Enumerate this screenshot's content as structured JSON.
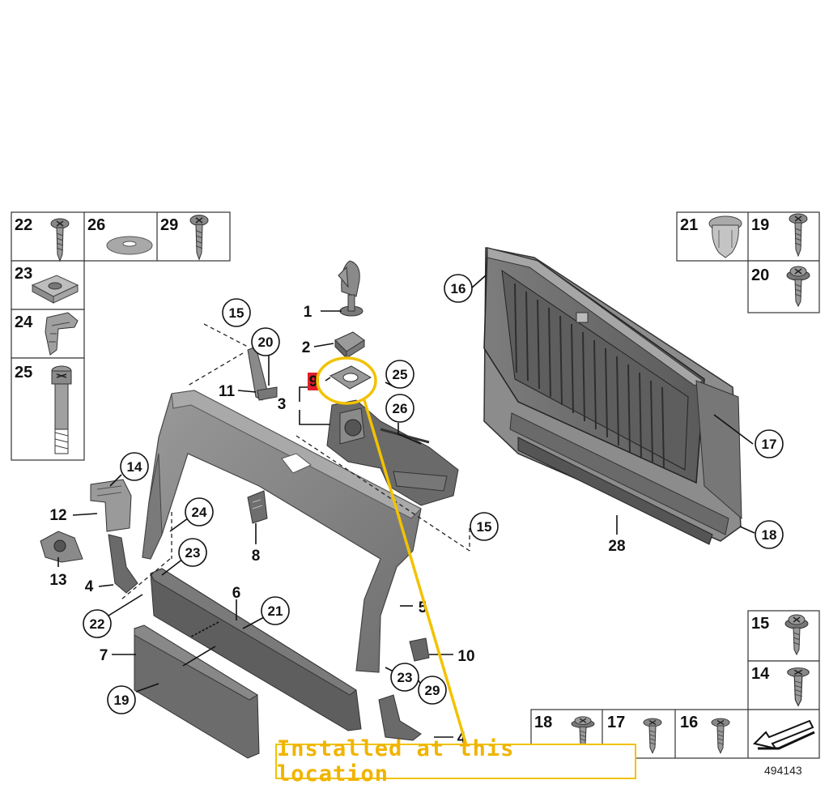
{
  "caption": "Installed at this location",
  "diagram_id": "494143",
  "highlight_color": "#f2c200",
  "marker_color": "#e0202a",
  "highlighted_part": "9",
  "fastener_tables": {
    "top_left": [
      {
        "num": "22",
        "icon": "screw-icon"
      },
      {
        "num": "26",
        "icon": "washer-icon"
      },
      {
        "num": "29",
        "icon": "screw-icon"
      },
      {
        "num": "23",
        "icon": "clip-nut-icon"
      },
      {
        "num": "24",
        "icon": "clip-icon"
      },
      {
        "num": "25",
        "icon": "bolt-icon"
      }
    ],
    "top_right": [
      {
        "num": "21",
        "icon": "expanding-rivet-icon"
      },
      {
        "num": "19",
        "icon": "screw-icon"
      },
      {
        "num": "20",
        "icon": "collar-screw-icon"
      }
    ],
    "bottom_right": [
      {
        "num": "15",
        "icon": "collar-screw-icon"
      },
      {
        "num": "14",
        "icon": "screw-icon"
      },
      {
        "num": "18",
        "icon": "collar-screw-icon"
      },
      {
        "num": "17",
        "icon": "screw-icon"
      },
      {
        "num": "16",
        "icon": "screw-icon"
      }
    ]
  },
  "callouts": {
    "c15a": "15",
    "c20": "20",
    "c25": "25",
    "c26": "26",
    "c16": "16",
    "c17": "17",
    "c14": "14",
    "c24": "24",
    "c23a": "23",
    "c15b": "15",
    "c18": "18",
    "c22": "22",
    "c21": "21",
    "c19": "19",
    "c23b": "23",
    "c29": "29"
  },
  "labels": {
    "l1": "1",
    "l2": "2",
    "l9": "9",
    "l3": "3",
    "l11": "11",
    "l12": "12",
    "l13": "13",
    "l4a": "4",
    "l8": "8",
    "l6": "6",
    "l5": "5",
    "l7": "7",
    "l10": "10",
    "l28": "28",
    "l4b": "4"
  }
}
